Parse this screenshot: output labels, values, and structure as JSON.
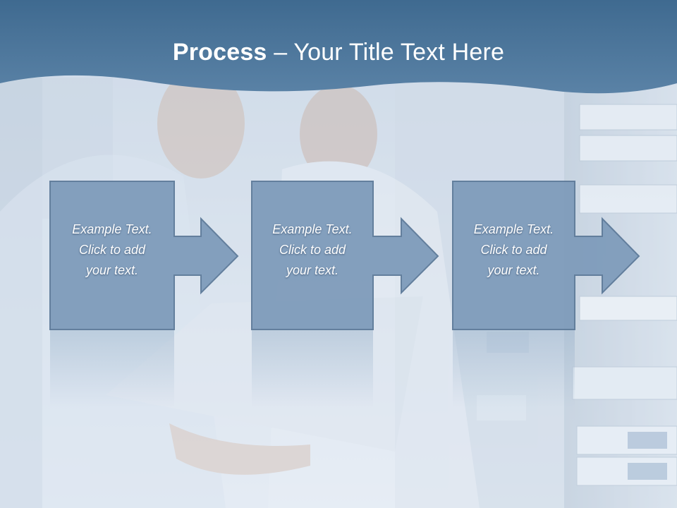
{
  "title": {
    "bold": "Process",
    "rest": " – Your Title Text Here"
  },
  "steps": [
    {
      "lines": [
        "Example Text.",
        "Click  to add",
        "your text."
      ]
    },
    {
      "lines": [
        "Example Text.",
        "Click  to add",
        "your text."
      ]
    },
    {
      "lines": [
        "Example Text.",
        "Click  to add",
        "your text."
      ]
    }
  ],
  "colors": {
    "header_band": "#4c7498",
    "box_fill": "#7f9cbb",
    "box_border": "#5d7a99",
    "title_text": "#ffffff"
  }
}
